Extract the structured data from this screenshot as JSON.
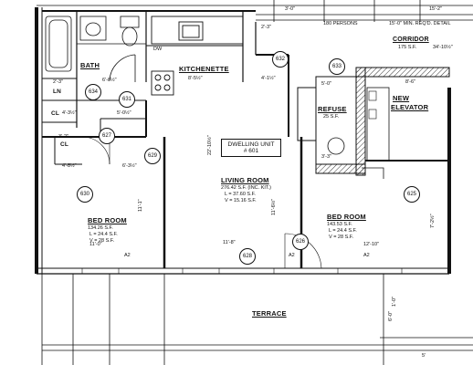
{
  "rooms": {
    "bath": "BATH",
    "kitchenette": "KITCHENETTE",
    "living_room": "LIVING ROOM",
    "living_area": "276.42 S.F. (INC. KIT.)",
    "living_l": "L = 37.60 S.F.",
    "living_v": "V = 15.16 S.F.",
    "bed_room_1": "BED ROOM",
    "bed_room_1_area": "134.26 S.F.",
    "bed_room_1_l": "L = 24.4 S.F.",
    "bed_room_1_v": "V = 28 S.F.",
    "bed_room_2": "BED ROOM",
    "bed_room_2_area": "143.53 S.F.",
    "bed_room_2_l": "L = 24.4 S.F.",
    "bed_room_2_v": "V = 28 S.F.",
    "refuse": "REFUSE",
    "refuse_area": "25 S.F.",
    "corridor": "CORRIDOR",
    "corridor_area": "175 S.F.",
    "new_elevator_1": "NEW",
    "new_elevator_2": "ELEVATOR",
    "terrace": "TERRACE",
    "ln": "LN",
    "cl_1": "CL",
    "cl_2": "CL",
    "dw": "DW"
  },
  "dwelling_unit": {
    "line1": "DWELLING UNIT",
    "line2": "# 601"
  },
  "notes": {
    "persons": "180 PERSONS",
    "min_req": "15'-0\" MIN. REQ'D. DETAIL"
  },
  "tags": [
    "634",
    "631",
    "632",
    "633",
    "627",
    "629",
    "630",
    "626",
    "628",
    "625"
  ],
  "grid_markers": [
    "A2",
    "A2",
    "A2"
  ],
  "dims": {
    "d1": "2'-3\"",
    "d2": "4'-3½\"",
    "d3": "6'-8½\"",
    "d4": "5'-0½\"",
    "d5": "3'-2\"",
    "d6": "4'-8½\"",
    "d7": "6'-3½\"",
    "d8": "11'-1\"",
    "d9": "11'-0\"",
    "d10": "11'-8\"",
    "d11": "22'-10½\"",
    "d12": "11'-6½\"",
    "d13": "7'-2½\"",
    "d14": "12'-10\"",
    "d15": "8'-6\"",
    "d16": "4'-1½\"",
    "d17": "3'-0\"",
    "d18": "15'-2\"",
    "d19": "34'-10½\"",
    "d20": "1'-0\"",
    "d21": "6'-0\"",
    "d22": "5'",
    "d23": "2'-3\"",
    "d24": "8'-5½\"",
    "d25": "5'-0\"",
    "d26": "3'-3\""
  }
}
